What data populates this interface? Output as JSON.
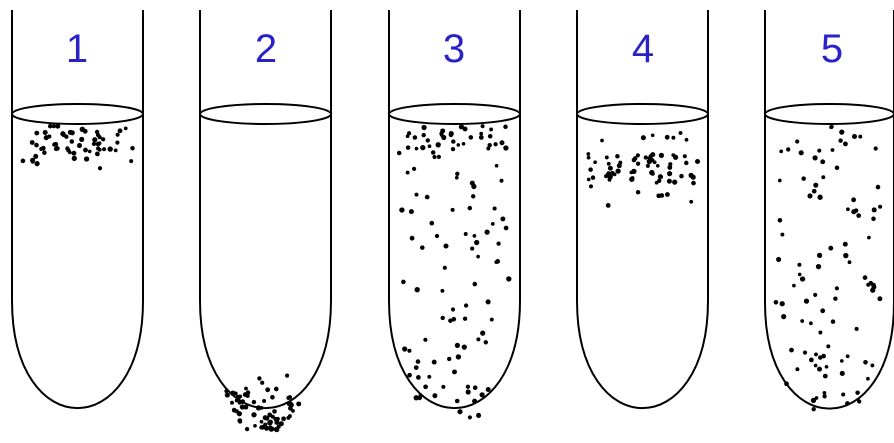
{
  "diagram": {
    "tubes": [
      {
        "label": "1",
        "distribution": "top",
        "dot_count": 60
      },
      {
        "label": "2",
        "distribution": "bottom",
        "dot_count": 70
      },
      {
        "label": "3",
        "distribution": "top-dense-and-throughout",
        "dot_count": 120
      },
      {
        "label": "4",
        "distribution": "middle-band",
        "dot_count": 70
      },
      {
        "label": "5",
        "distribution": "throughout",
        "dot_count": 95
      }
    ],
    "colors": {
      "label": "#2a22c8",
      "outline": "#000000",
      "dot": "#000000",
      "background": "#ffffff"
    }
  }
}
